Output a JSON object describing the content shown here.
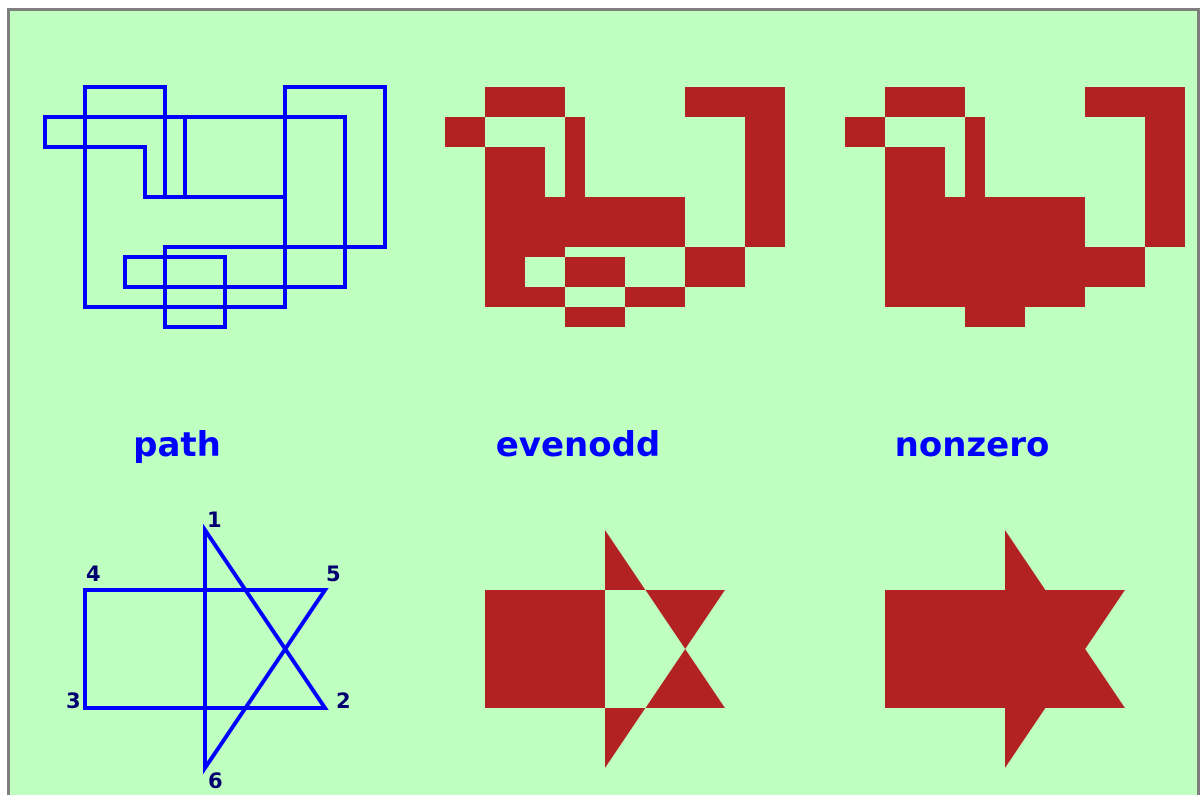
{
  "captions": {
    "path": "path",
    "evenodd": "evenodd",
    "nonzero": "nonzero"
  },
  "star_vertex_labels": [
    "1",
    "2",
    "3",
    "4",
    "5",
    "6"
  ],
  "colors": {
    "background": "#bfffbf",
    "frame": "#7f7f7f",
    "outline_stroke": "#0000ff",
    "fill": "#b22222",
    "caption_text": "#0000ff",
    "vertex_label_text": "#000070"
  },
  "fill_rules": [
    "evenodd",
    "nonzero"
  ],
  "icons": {
    "rect_path": "overlapping-rectangles-path",
    "star_path": "six-point-star-path"
  }
}
